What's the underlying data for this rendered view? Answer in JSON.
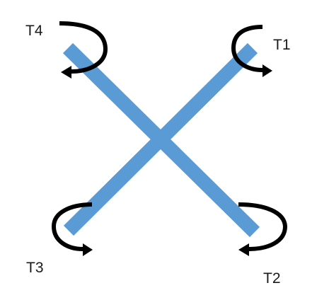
{
  "colors": {
    "arms": "#5b9bd5",
    "arrows": "#000000",
    "labels": "#1a1a1a",
    "background": "#ffffff"
  },
  "rotors": [
    {
      "label": "T1",
      "position": "top-right",
      "rotation": "counter-clockwise",
      "icon": "rotation-arrow-icon"
    },
    {
      "label": "T2",
      "position": "bottom-right",
      "rotation": "clockwise",
      "icon": "rotation-arrow-icon"
    },
    {
      "label": "T3",
      "position": "bottom-left",
      "rotation": "counter-clockwise",
      "icon": "rotation-arrow-icon"
    },
    {
      "label": "T4",
      "position": "top-left",
      "rotation": "clockwise",
      "icon": "rotation-arrow-icon"
    }
  ]
}
